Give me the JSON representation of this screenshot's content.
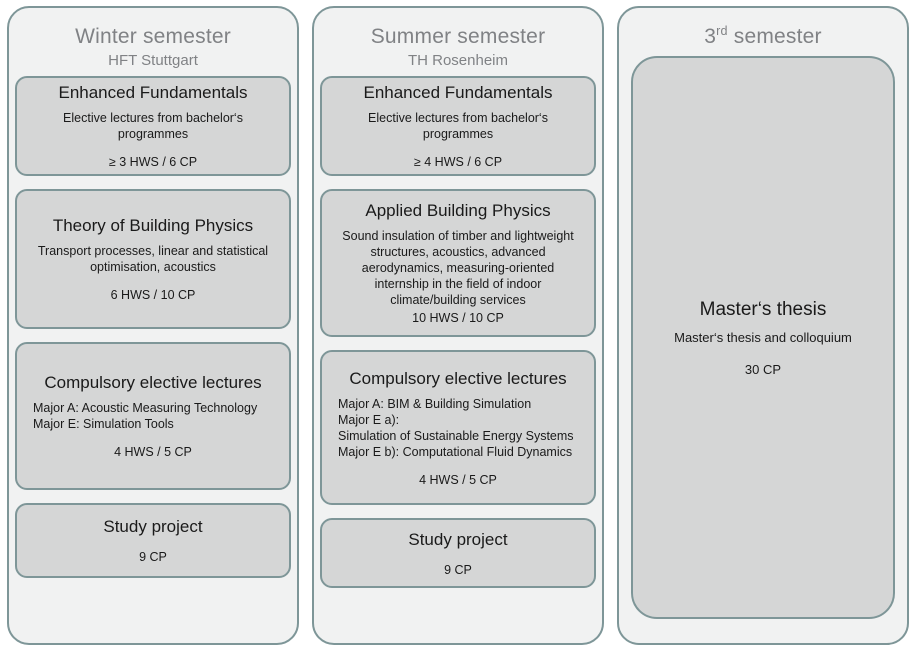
{
  "theme": {
    "page_background": "#ffffff",
    "column_background": "#f1f2f2",
    "card_background": "#d5d6d6",
    "border_color": "#7e9698",
    "header_text_color": "#808285",
    "body_text_color": "#1a1a1a"
  },
  "columns": [
    {
      "id": "winter-semester",
      "title": "Winter semester",
      "subtitle": "HFT Stuttgart",
      "cards": [
        {
          "title": "Enhanced Fundamentals",
          "body": "Elective lectures from bachelor‘s\nprogrammes",
          "credits": "≥ 3 HWS / 6 CP"
        },
        {
          "title": "Theory of Building Physics",
          "body": "Transport processes, linear and statistical\noptimisation, acoustics",
          "credits": "6 HWS / 10 CP"
        },
        {
          "title": "Compulsory elective lectures",
          "body": "Major A: Acoustic Measuring Technology\nMajor E: Simulation Tools",
          "credits": "4 HWS / 5 CP"
        },
        {
          "title": "Study project",
          "body": "",
          "credits": "9 CP"
        }
      ]
    },
    {
      "id": "summer-semester",
      "title": "Summer semester",
      "subtitle": "TH Rosenheim",
      "cards": [
        {
          "title": "Enhanced Fundamentals",
          "body": "Elective lectures from bachelor‘s\nprogrammes",
          "credits": "≥ 4 HWS / 6 CP"
        },
        {
          "title": "Applied Building Physics",
          "body": "Sound insulation of timber and lightweight\nstructures, acoustics, advanced\naerodynamics, measuring-oriented\ninternship in the field of indoor\nclimate/building services",
          "credits": "10 HWS / 10 CP"
        },
        {
          "title": "Compulsory elective lectures",
          "body": "Major A: BIM & Building Simulation\nMajor E a):\nSimulation of Sustainable Energy Systems\nMajor E b): Computational Fluid Dynamics",
          "credits": "4 HWS / 5 CP"
        },
        {
          "title": "Study project",
          "body": "",
          "credits": "9 CP"
        }
      ]
    },
    {
      "id": "third-semester",
      "title_prefix": "3",
      "title_sup": "rd",
      "title_suffix": " semester",
      "subtitle": "",
      "cards": [
        {
          "title": "Master‘s thesis",
          "body": "Master‘s thesis and colloquium",
          "credits": "30 CP"
        }
      ]
    }
  ]
}
